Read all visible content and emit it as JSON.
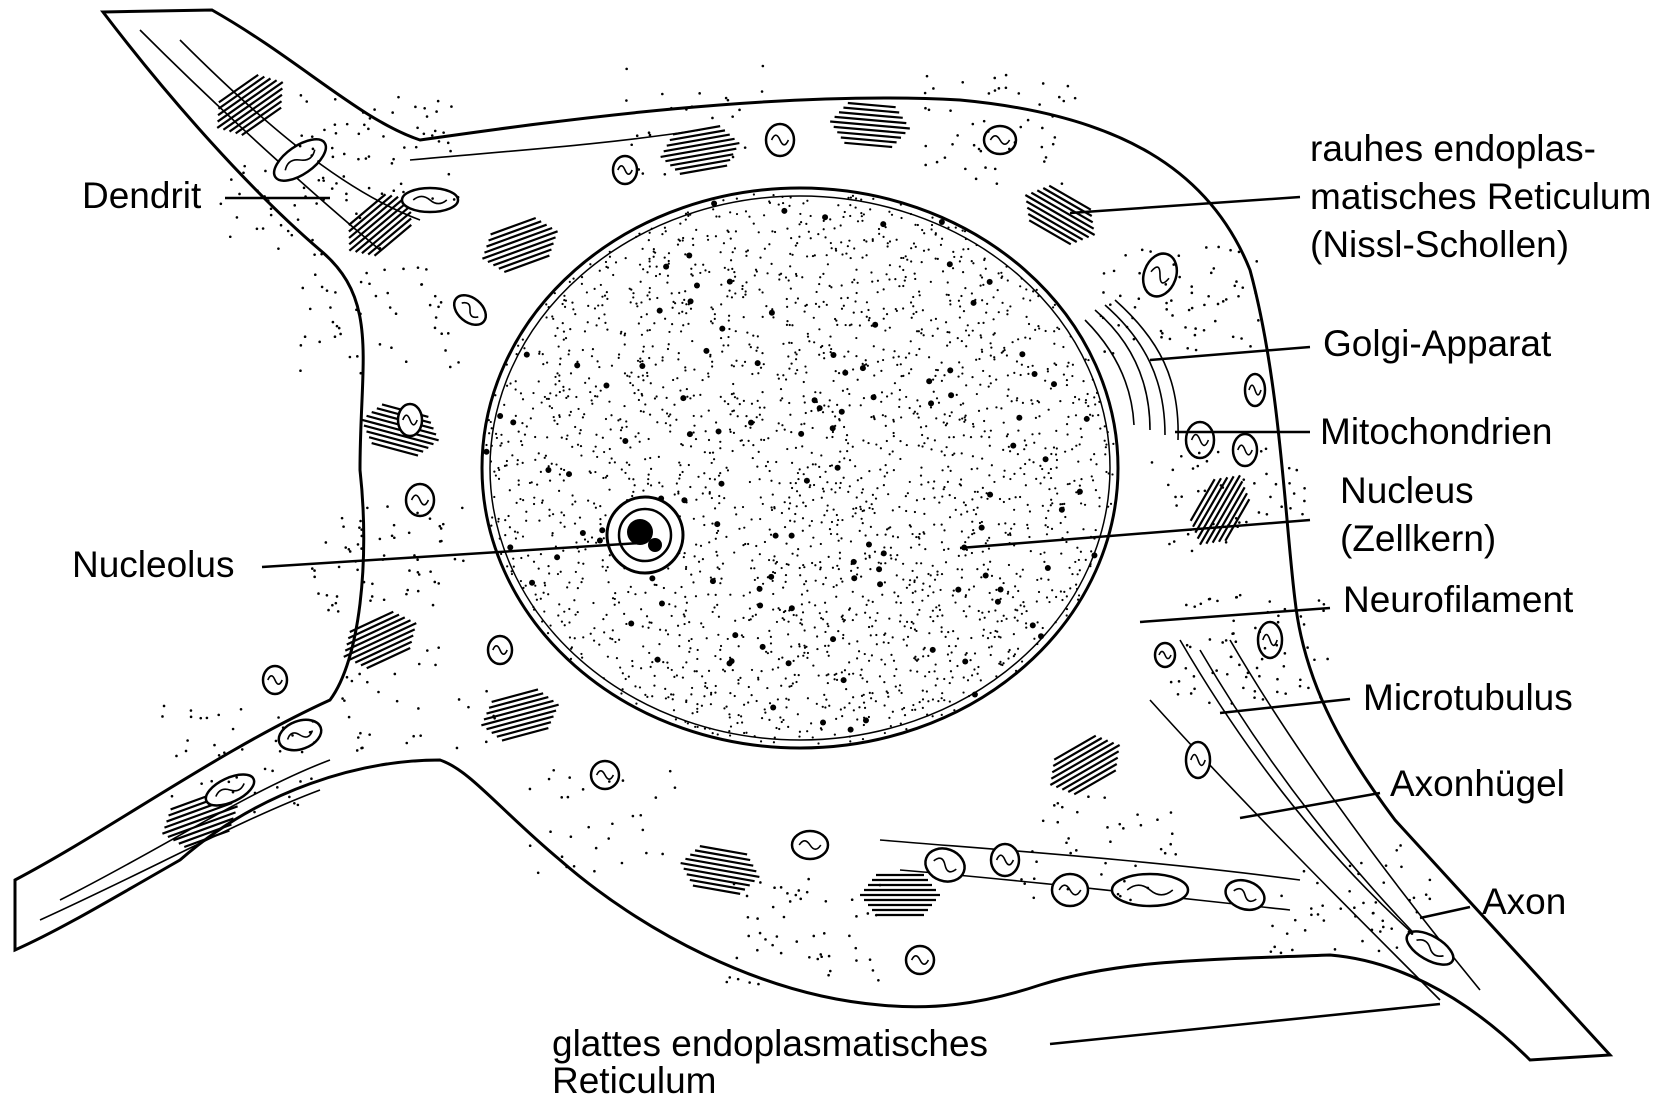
{
  "diagram": {
    "labels": {
      "dendrit": "Dendrit",
      "rer_line1": "rauhes endoplas-",
      "rer_line2": "matisches Reticulum",
      "rer_line3": "(Nissl-Schollen)",
      "golgi": "Golgi-Apparat",
      "mitochondrien": "Mitochondrien",
      "nucleus_line1": "Nucleus",
      "nucleus_line2": "(Zellkern)",
      "nucleolus": "Nucleolus",
      "neurofilament": "Neurofilament",
      "microtubulus": "Microtubulus",
      "axonhuegel": "Axonhügel",
      "axon": "Axon",
      "ser_line1": "glattes endoplasmatisches",
      "ser_line2": "Reticulum"
    }
  }
}
